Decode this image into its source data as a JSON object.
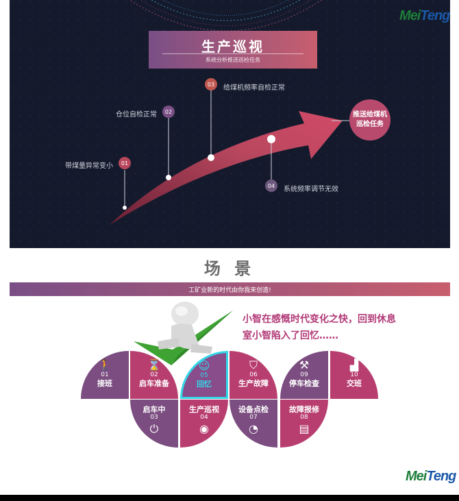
{
  "banner": {
    "title": "生产巡视",
    "subtitle": "系统分析推送巡检任务"
  },
  "steps": [
    {
      "num": "01",
      "label": "带煤量异常变小"
    },
    {
      "num": "02",
      "label": "仓位自检正常"
    },
    {
      "num": "03",
      "label": "给煤机频率自检正常"
    },
    {
      "num": "04",
      "label": "系统频率调节无效"
    }
  ],
  "target": {
    "line1": "推送给煤机",
    "line2": "巡检任务"
  },
  "logo": {
    "part1": "Mei",
    "part2": "Teng"
  },
  "scene": {
    "title": "场 景",
    "band_text": "工矿业新的时代由你我来创造!",
    "story_line1": "小智在感慨时代变化之快，回到休息",
    "story_line2": "室小智陷入了回忆……"
  },
  "top_segments": [
    {
      "num": "01",
      "label": "接班",
      "icon": "walking-person-icon",
      "color": "#7b4d80"
    },
    {
      "num": "02",
      "label": "启车准备",
      "icon": "hourglass-icon",
      "color": "#b83e70"
    },
    {
      "num": "05",
      "label": "回忆",
      "icon": "head-icon",
      "color": "#884d8a",
      "active": true
    },
    {
      "num": "06",
      "label": "生产故障",
      "icon": "shield-icon",
      "color": "#b83e70"
    },
    {
      "num": "09",
      "label": "停车检查",
      "icon": "tools-icon",
      "color": "#7b4d80"
    },
    {
      "num": "10",
      "label": "交班",
      "icon": "chart-icon",
      "color": "#b83e70"
    }
  ],
  "bottom_segments": [
    {
      "num": "03",
      "label": "启车中",
      "icon": "power-icon",
      "color": "#7b4d80"
    },
    {
      "num": "04",
      "label": "生产巡视",
      "icon": "eye-icon",
      "color": "#b83e70"
    },
    {
      "num": "07",
      "label": "设备点检",
      "icon": "gauge-icon",
      "color": "#7b4d80"
    },
    {
      "num": "08",
      "label": "故障报修",
      "icon": "document-icon",
      "color": "#b83e70"
    }
  ]
}
